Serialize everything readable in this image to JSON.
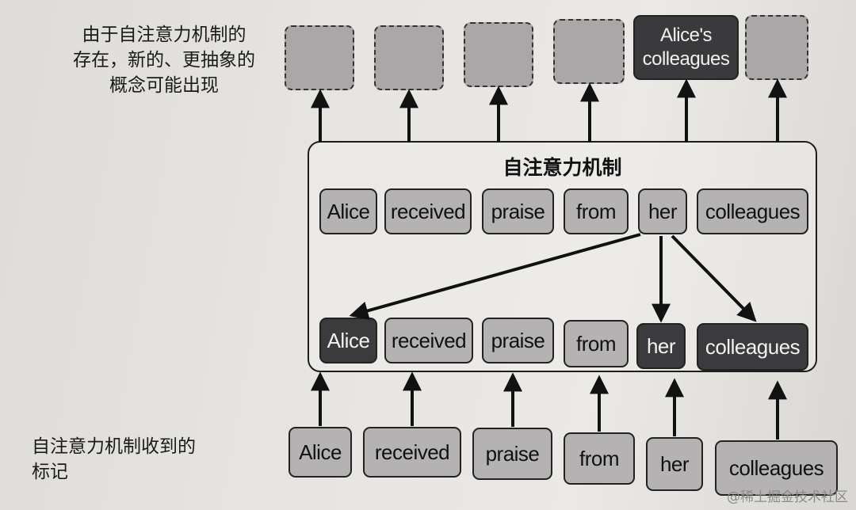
{
  "labels": {
    "top": "由于自注意力机制的\n存在，新的、更抽象的\n概念可能出现",
    "bottom": "自注意力机制收到的\n标记"
  },
  "container": {
    "title": "自注意力机制"
  },
  "output_tokens": [
    "",
    "",
    "",
    "",
    "Alice's\ncolleagues",
    ""
  ],
  "mechanism_top_tokens": [
    "Alice",
    "received",
    "praise",
    "from",
    "her",
    "colleagues"
  ],
  "mechanism_bottom_tokens": [
    "Alice",
    "received",
    "praise",
    "from",
    "her",
    "colleagues"
  ],
  "input_tokens": [
    "Alice",
    "received",
    "praise",
    "from",
    "her",
    "colleagues"
  ],
  "attention_from": "her",
  "attention_to": [
    "Alice",
    "her",
    "colleagues"
  ],
  "watermark": "@稀土掘金技术社区"
}
